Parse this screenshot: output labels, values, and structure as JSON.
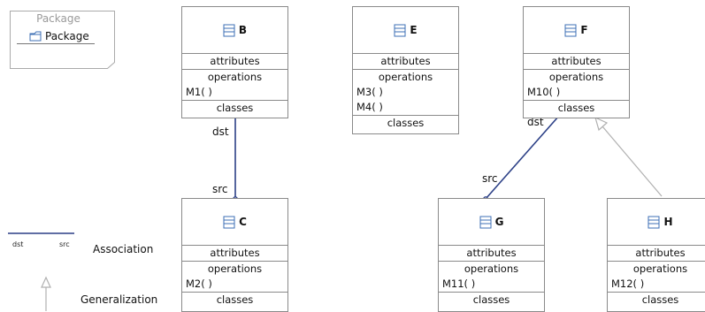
{
  "package": {
    "title": "Package",
    "label": "Package"
  },
  "classes": {
    "B": {
      "name": "B",
      "attributes": "attributes",
      "operations": "operations",
      "methods": [
        "M1( )"
      ],
      "classes": "classes"
    },
    "E": {
      "name": "E",
      "attributes": "attributes",
      "operations": "operations",
      "methods": [
        "M3( )",
        "M4( )"
      ],
      "classes": "classes"
    },
    "F": {
      "name": "F",
      "attributes": "attributes",
      "operations": "operations",
      "methods": [
        "M10( )"
      ],
      "classes": "classes"
    },
    "C": {
      "name": "C",
      "attributes": "attributes",
      "operations": "operations",
      "methods": [
        "M2( )"
      ],
      "classes": "classes"
    },
    "G": {
      "name": "G",
      "attributes": "attributes",
      "operations": "operations",
      "methods": [
        "M11( )"
      ],
      "classes": "classes"
    },
    "H": {
      "name": "H",
      "attributes": "attributes",
      "operations": "operations",
      "methods": [
        "M12( )"
      ],
      "classes": "classes"
    }
  },
  "edges": {
    "bc": {
      "dst": "dst",
      "src": "src"
    },
    "fg": {
      "dst": "dst",
      "src": "src"
    }
  },
  "legend": {
    "association": "Association",
    "generalization": "Generalization",
    "assoc_dst": "dst",
    "assoc_src": "src"
  },
  "colors": {
    "association": "#2b3f86",
    "generalization": "#b0b0b0",
    "border": "#8a8a8a",
    "icon": "#3c6fb5"
  }
}
